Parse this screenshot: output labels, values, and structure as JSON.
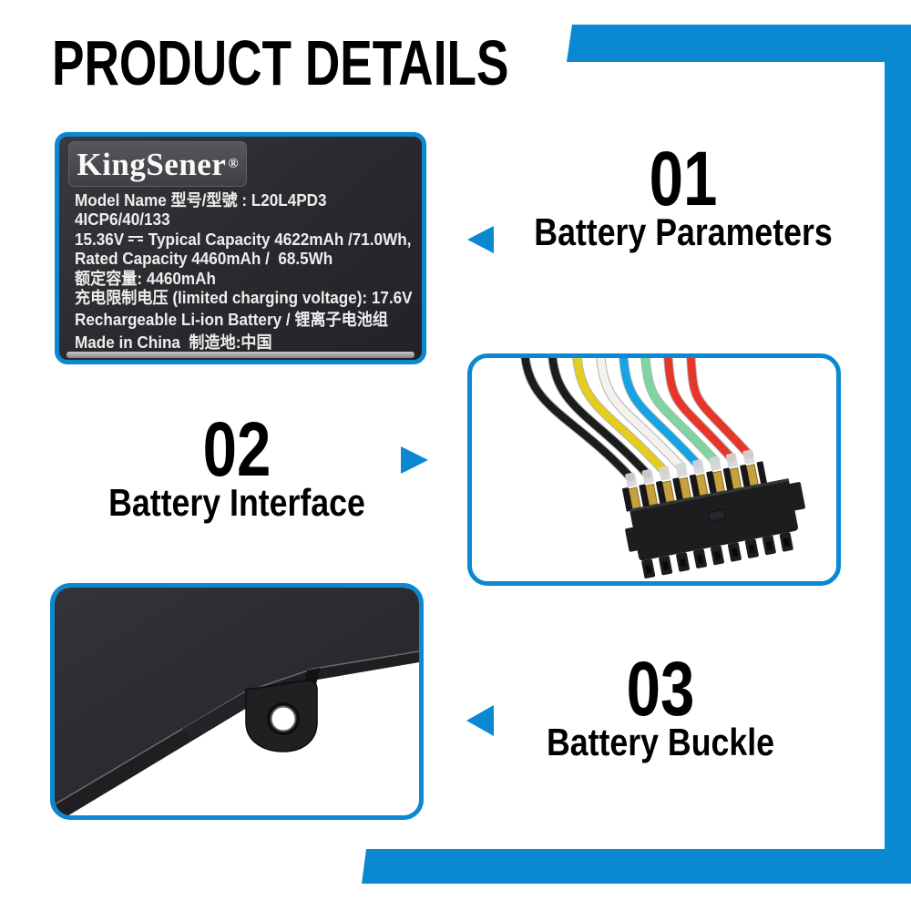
{
  "accent": "#0a89d2",
  "page": {
    "title": "PRODUCT DETAILS"
  },
  "sections": [
    {
      "number": "01",
      "label": "Battery Parameters",
      "arrow_icon": "triangle-left"
    },
    {
      "number": "02",
      "label": "Battery Interface",
      "arrow_icon": "triangle-right"
    },
    {
      "number": "03",
      "label": "Battery Buckle",
      "arrow_icon": "triangle-left"
    }
  ],
  "battery_label": {
    "brand": "KingSener",
    "registered_mark": "®",
    "model_line": "Model Name 型号/型號 : L20L4PD3",
    "cell_config": "4ICP6/40/133",
    "voltage": "15.36V",
    "typical_capacity": "Typical Capacity 4622mAh /71.0Wh,",
    "rated_capacity": "Rated Capacity 4460mAh /  68.5Wh",
    "rated_capacity_cn": "额定容量: 4460mAh",
    "charging_voltage_line": "充电限制电压 (limited charging voltage): 17.6V",
    "battery_type_line": "Rechargeable Li-ion Battery / 锂离子电池组",
    "origin_line": "Made in China  制造地:中国"
  },
  "connector_image": {
    "description": "8-pin battery connector with colored wires",
    "wire_names": [
      "black",
      "black",
      "yellow",
      "white",
      "blue",
      "green",
      "red",
      "red"
    ],
    "wire_colors": [
      "#1c1c1e",
      "#1c1c1e",
      "#e3cd1d",
      "#f4f2ec",
      "#14a3e4",
      "#7fd5a0",
      "#e83529",
      "#e83529"
    ]
  },
  "buckle_image": {
    "description": "battery corner with mounting buckle hole"
  }
}
